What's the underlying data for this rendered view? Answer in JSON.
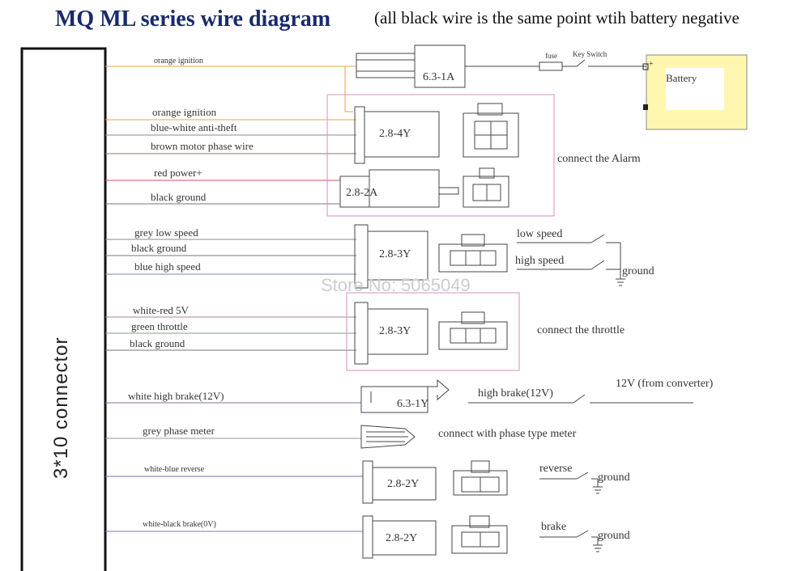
{
  "title": "MQ ML series wire diagram",
  "note": "(all black wire is the same point wtih  battery negative",
  "connector_label": "3*10  connector",
  "watermark": "Store No: 5065049",
  "wires": {
    "orange_ignition_top": "orange ignition",
    "orange_ignition": "orange  ignition",
    "blue_white": "blue-white  anti-theft",
    "brown_motor": "brown  motor phase wire",
    "red_power": "red  power+",
    "black_ground_1": "black  ground",
    "grey_low": "grey low speed",
    "black_ground_2": "black  ground",
    "blue_high": "blue  high speed",
    "white_red": "white-red 5V",
    "green_throttle": "green  throttle",
    "black_ground_3": "black  ground",
    "white_brake": "white   high brake(12V)",
    "grey_phase": "grey   phase meter",
    "white_blue": "white-blue  reverse",
    "white_black": "white-black  brake(0V)"
  },
  "boxes": {
    "b1": "6.3-1A",
    "b2": "2.8-4Y",
    "b3": "2.8-2A",
    "b4": "2.8-3Y",
    "b5": "2.8-3Y",
    "b6": "6.3-1Y",
    "b7": "2.8-2Y",
    "b8": "2.8-2Y"
  },
  "right": {
    "fuse": "fuse",
    "key_switch": "Key Switch",
    "battery": "Battery",
    "plus": "+",
    "alarm": "connect the Alarm",
    "low_speed": "low speed",
    "high_speed": "high speed",
    "ground_1": "ground",
    "throttle": "connect the throttle",
    "high_brake": "high brake(12V)",
    "v12": "12V (from converter)",
    "phase_meter": "connect with phase type meter",
    "reverse": "reverse",
    "ground_2": "ground",
    "brake": "brake",
    "ground_3": "ground"
  },
  "colors": {
    "orange_wire": "#e9a24a",
    "pink_frame": "#d98ec6",
    "battery_fill": "#fff7b0"
  }
}
